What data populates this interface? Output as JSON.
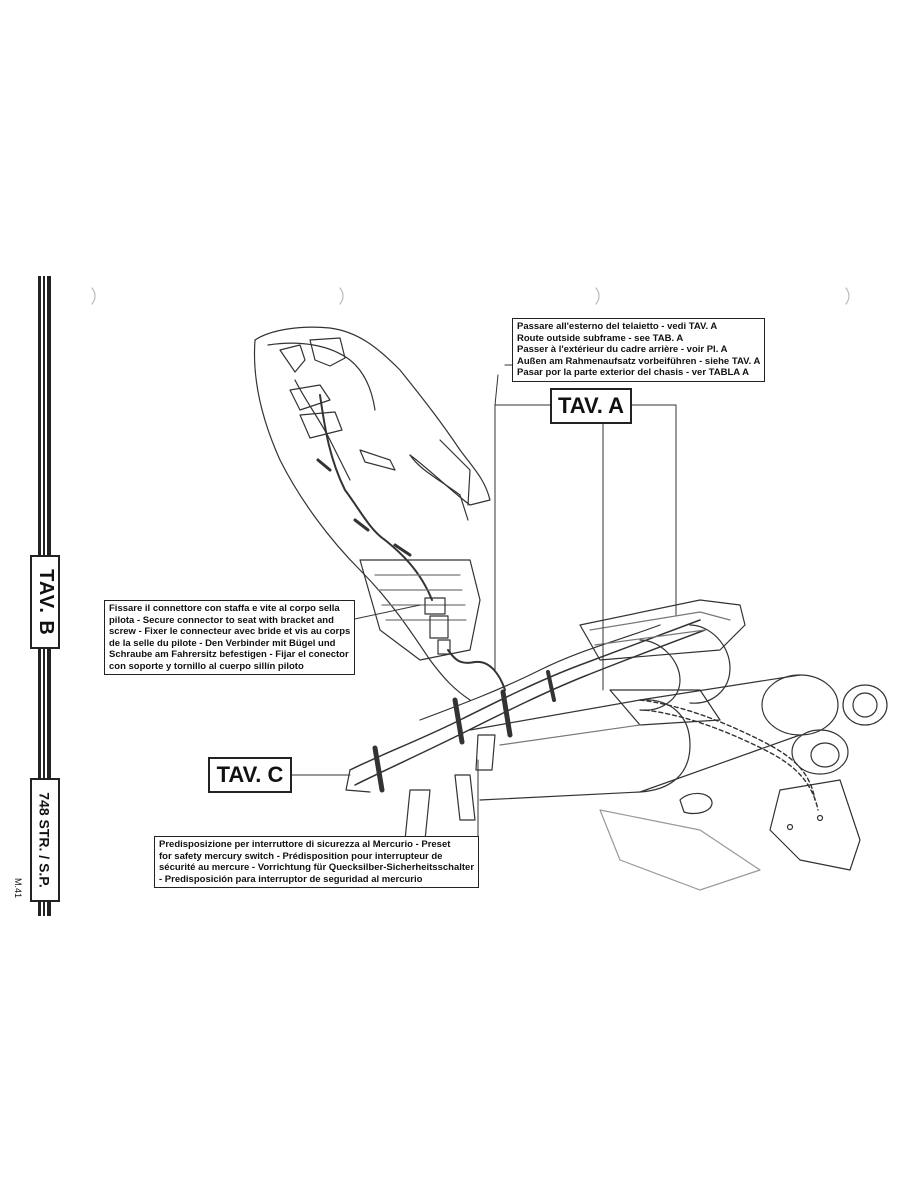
{
  "side_labels": {
    "tav_b": "TAV. B",
    "model": "748 STR. / S.P.",
    "page": "M.41"
  },
  "tags": {
    "tav_a": "TAV. A",
    "tav_c": "TAV. C"
  },
  "notes": {
    "route_outside": [
      "Passare all'esterno del telaietto - vedi TAV. A",
      "Route outside subframe - see TAB. A",
      "Passer à l'extérieur du cadre arrière - voir Pl. A",
      "Außen am Rahmenaufsatz vorbeiführen - siehe TAV. A",
      "Pasar por la parte exterior del chasis - ver TABLA A"
    ],
    "fix_connector": [
      "Fissare il connettore con staffa e vite al corpo sella",
      "pilota - Secure connector to seat with bracket and",
      "screw - Fixer le connecteur avec bride et vis au corps",
      "de la selle du pilote - Den Verbinder mit Bügel und",
      "Schraube am Fahrersitz befestigen - Fijar el conector",
      "con soporte y tornillo al cuerpo sillín piloto"
    ],
    "mercury_switch": [
      "Predisposizione per interruttore di sicurezza al Mercurio - Preset",
      "for safety mercury switch - Prédisposition pour interrupteur de",
      "sécurité au mercure - Vorrichtung für Quecksilber-Sicherheitsschalter",
      "- Predisposición para interruptor de seguridad al mercurio"
    ]
  }
}
